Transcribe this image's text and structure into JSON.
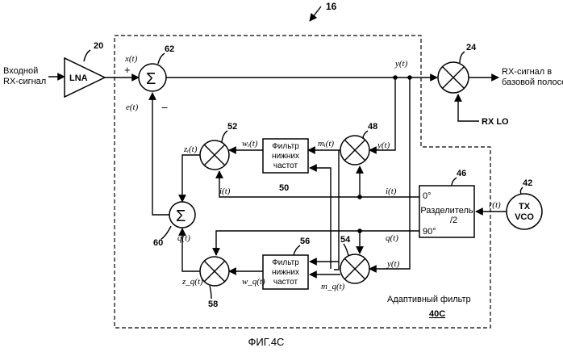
{
  "figure": {
    "ref": "16",
    "caption": "ФИГ.4С",
    "adaptive_filter_label": "Адаптивный фильтр",
    "adaptive_filter_ref": "40С"
  },
  "inputs": {
    "rx_input_line1": "Входной",
    "rx_input_line2": "RX-сигнал",
    "rx_output_line1": "RX-сигнал в",
    "rx_output_line2": "базовой полосе",
    "rx_lo": "RX LO"
  },
  "blocks": {
    "lna": {
      "label": "LNA",
      "ref": "20"
    },
    "summer_main": {
      "symbol": "Σ",
      "ref": "62",
      "plus": "+",
      "minus": "−"
    },
    "mixer_out": {
      "ref": "24"
    },
    "mixer_i_in": {
      "ref": "48"
    },
    "mixer_i_out": {
      "ref": "52"
    },
    "mixer_q_in": {
      "ref": "54"
    },
    "mixer_q_out": {
      "ref": "58"
    },
    "lpf_i": {
      "line1": "Фильтр",
      "line2": "нижних",
      "line3": "частот",
      "ref": "50"
    },
    "lpf_q": {
      "line1": "Фильтр",
      "line2": "нижних",
      "line3": "частот",
      "ref": "56"
    },
    "summer_iq": {
      "symbol": "Σ",
      "ref": "60"
    },
    "splitter": {
      "label": "Разделитель",
      "sub": "/2",
      "ref": "46",
      "port0": "0°",
      "port90": "90°"
    },
    "tx_vco": {
      "line1": "TX",
      "line2": "VCO",
      "ref": "42"
    }
  },
  "signals": {
    "x": "x(t)",
    "y": "y(t)",
    "e": "e(t)",
    "zi": "zᵢ(t)",
    "wi": "wᵢ(t)",
    "mi": "mᵢ(t)",
    "i": "i(t)",
    "q": "q(t)",
    "zq": "z_q(t)",
    "wq": "w_q(t)",
    "mq": "m_q(t)",
    "r": "r(t)"
  }
}
